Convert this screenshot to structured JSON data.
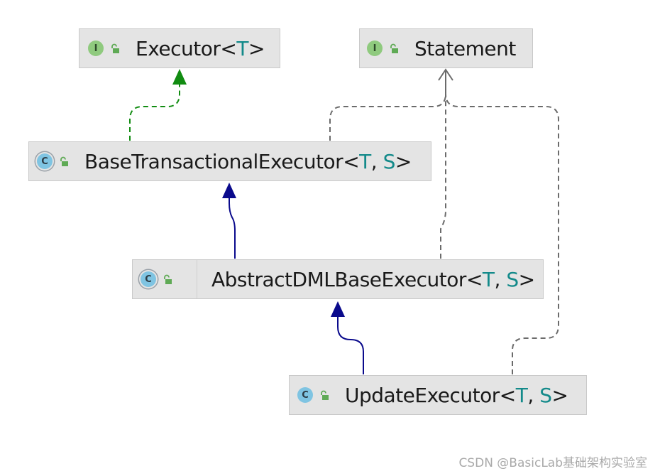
{
  "nodes": {
    "executor": {
      "badge": "I",
      "kind": "interface",
      "name": "Executor",
      "type_params": [
        "T"
      ]
    },
    "statement": {
      "badge": "I",
      "kind": "interface",
      "name": "Statement",
      "type_params": []
    },
    "base_transactional_executor": {
      "badge": "C",
      "kind": "abstract-class",
      "name": "BaseTransactionalExecutor",
      "type_params": [
        "T",
        "S"
      ]
    },
    "abstract_dml_base_executor": {
      "badge": "C",
      "kind": "abstract-class",
      "name": "AbstractDMLBaseExecutor",
      "type_params": [
        "T",
        "S"
      ]
    },
    "update_executor": {
      "badge": "C",
      "kind": "class",
      "name": "UpdateExecutor",
      "type_params": [
        "T",
        "S"
      ]
    }
  },
  "syntax": {
    "open": "<",
    "close": ">",
    "comma": ", "
  },
  "icons": {
    "interface": "interface-icon",
    "class": "class-icon",
    "abstract": "abstract-class-icon",
    "visibility": "public-lock-icon"
  },
  "relations": [
    {
      "from": "base_transactional_executor",
      "to": "executor",
      "type": "implements",
      "style": "dashed",
      "color": "#118c11"
    },
    {
      "from": "base_transactional_executor",
      "to": "statement",
      "type": "implements",
      "style": "dashed",
      "color": "#6b6b6b"
    },
    {
      "from": "abstract_dml_base_executor",
      "to": "statement",
      "type": "implements",
      "style": "dashed",
      "color": "#6b6b6b"
    },
    {
      "from": "update_executor",
      "to": "statement",
      "type": "implements",
      "style": "dashed",
      "color": "#6b6b6b"
    },
    {
      "from": "abstract_dml_base_executor",
      "to": "base_transactional_executor",
      "type": "extends",
      "style": "solid",
      "color": "#0a0a8c"
    },
    {
      "from": "update_executor",
      "to": "abstract_dml_base_executor",
      "type": "extends",
      "style": "solid",
      "color": "#0a0a8c"
    }
  ],
  "colors": {
    "node_bg": "#e4e4e4",
    "type_param": "#138a8a",
    "implements_own": "#118c11",
    "implements_other": "#6b6b6b",
    "extends": "#0a0a8c"
  },
  "watermark": "CSDN @BasicLab基础架构实验室"
}
